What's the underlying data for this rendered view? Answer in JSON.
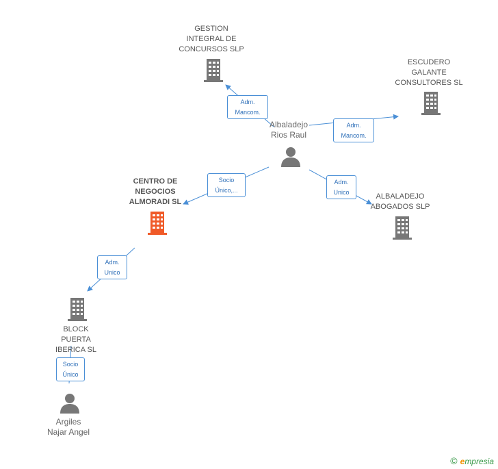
{
  "colors": {
    "company": "#777777",
    "focus_company": "#f05a28",
    "person": "#777777",
    "edge": "#4a8fd6"
  },
  "nodes": {
    "gestion": {
      "label": "GESTION\nINTEGRAL DE\nCONCURSOS SLP",
      "icon": "building-icon"
    },
    "escudero": {
      "label": "ESCUDERO\nGALANTE\nCONSULTORES SL",
      "icon": "building-icon"
    },
    "albaladejo_person": {
      "label": "Albaladejo\nRios Raul",
      "icon": "person-icon"
    },
    "centro": {
      "label": "CENTRO DE\nNEGOCIOS\nALMORADI SL",
      "icon": "building-icon"
    },
    "albaladejo_abogados": {
      "label": "ALBALADEJO\nABOGADOS SLP",
      "icon": "building-icon"
    },
    "block": {
      "label": "BLOCK\nPUERTA\nIBERICA SL",
      "icon": "building-icon"
    },
    "argiles": {
      "label": "Argiles\nNajar Angel",
      "icon": "person-icon"
    }
  },
  "edges": [
    {
      "id": "e1",
      "label": "Adm.\nMancom."
    },
    {
      "id": "e2",
      "label": "Adm.\nMancom."
    },
    {
      "id": "e3",
      "label": "Socio\nÚnico,..."
    },
    {
      "id": "e4",
      "label": "Adm.\nUnico"
    },
    {
      "id": "e5",
      "label": "Adm.\nUnico"
    },
    {
      "id": "e6",
      "label": "Socio\nÚnico"
    }
  ],
  "footer": {
    "copyright": "©",
    "brand_first": "e",
    "brand_rest": "mpresia"
  }
}
